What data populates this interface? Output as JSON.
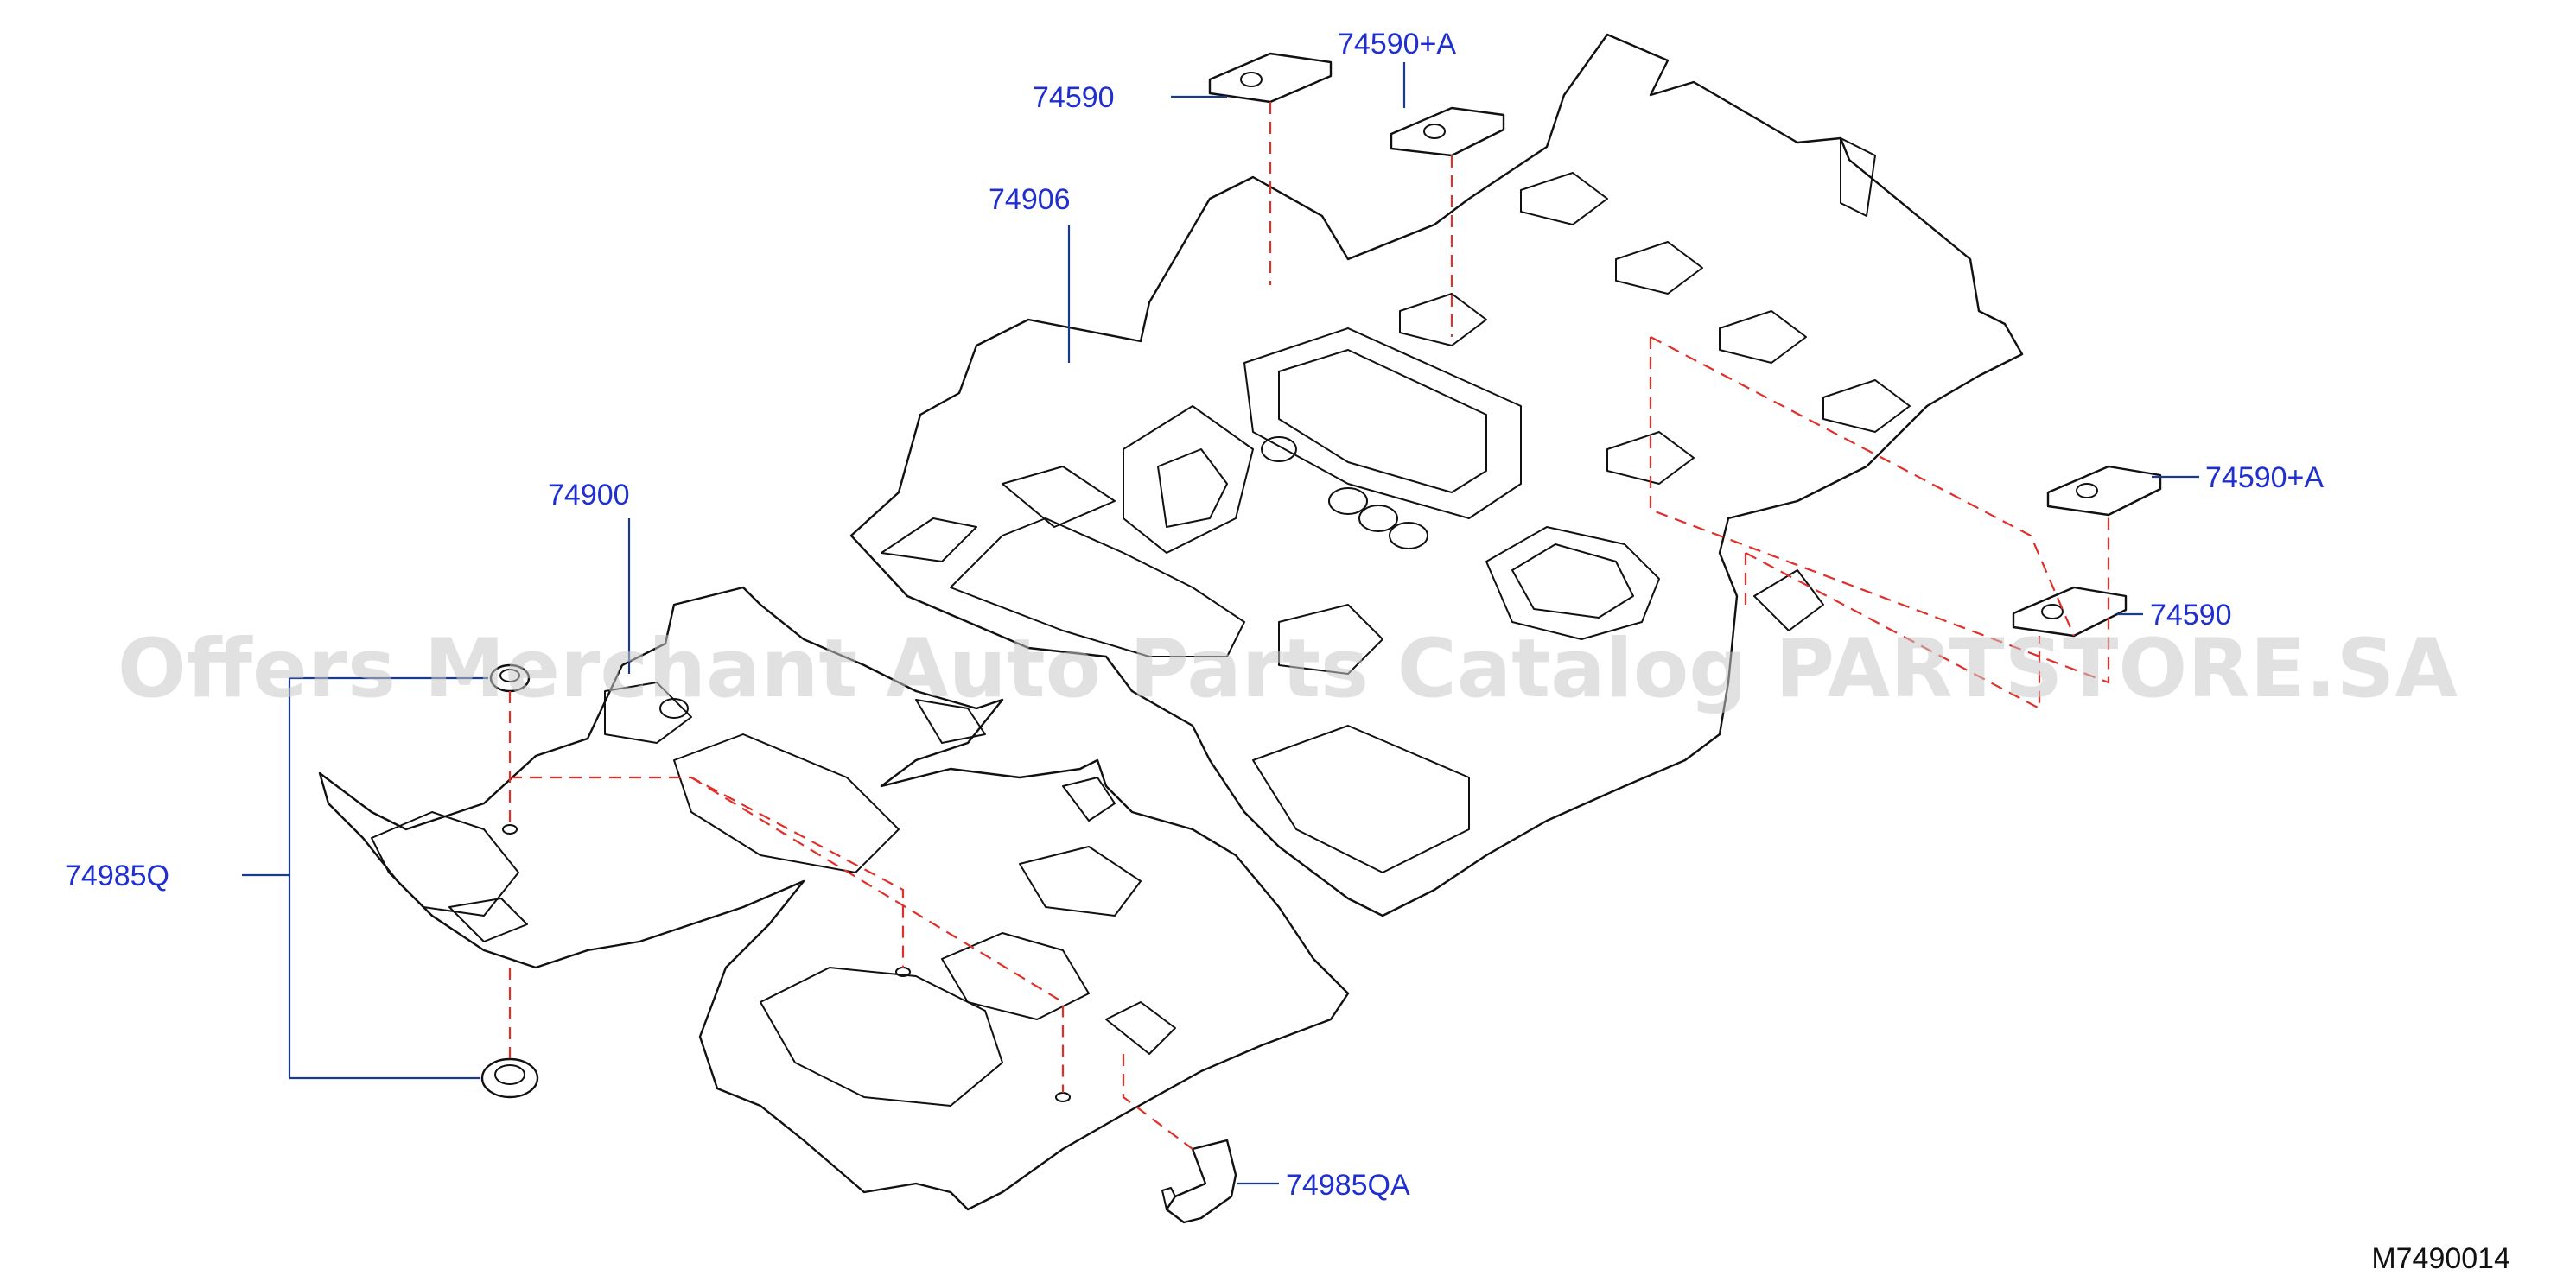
{
  "colors": {
    "label": "#1f2fd0",
    "leader": "#1a3a8c",
    "hidden_line": "#e0302a",
    "outline": "#111111",
    "watermark": "#c8c8c8"
  },
  "labels": {
    "p74590_top": "74590",
    "p74590a_top": "74590+A",
    "p74906": "74906",
    "p74900": "74900",
    "p74985q": "74985Q",
    "p74590a_right": "74590+A",
    "p74590_right": "74590",
    "p74985qa": "74985QA"
  },
  "watermark": "Offers Merchant Auto Parts Catalog PARTSTORE.SA",
  "diagram_code": "M7490014"
}
